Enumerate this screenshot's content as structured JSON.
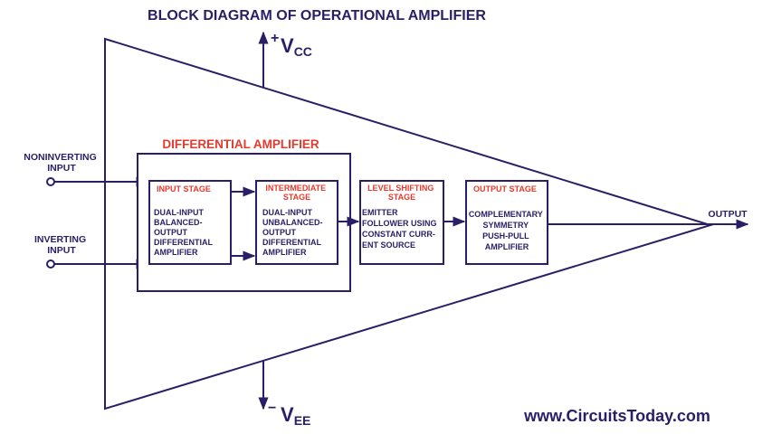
{
  "title": "BLOCK DIAGRAM OF OPERATIONAL AMPLIFIER",
  "supply": {
    "positive": {
      "sign": "+",
      "main": "V",
      "sub": "CC"
    },
    "negative": {
      "sign": "−",
      "main": "V",
      "sub": "EE"
    }
  },
  "inputs": {
    "noninverting": [
      "NONINVERTING",
      "INPUT"
    ],
    "inverting": [
      "INVERTING",
      "INPUT"
    ]
  },
  "output_label": "OUTPUT",
  "differential_amplifier_label": "DIFFERENTIAL AMPLIFIER",
  "blocks": {
    "input_stage": {
      "title": [
        "INPUT STAGE"
      ],
      "body": [
        "DUAL-INPUT",
        "BALANCED-",
        "OUTPUT",
        "DIFFERENTIAL",
        "AMPLIFIER"
      ]
    },
    "intermediate_stage": {
      "title": [
        "INTERMEDIATE",
        "STAGE"
      ],
      "body": [
        "DUAL-INPUT",
        "UNBALANCED-",
        "OUTPUT",
        "DIFFERENTIAL",
        "AMPLIFIER"
      ]
    },
    "level_shifting_stage": {
      "title": [
        "LEVEL SHIFTING",
        "STAGE"
      ],
      "body": [
        "EMITTER",
        "FOLLOWER USING",
        "CONSTANT CURR-",
        "ENT SOURCE"
      ]
    },
    "output_stage": {
      "title": [
        "OUTPUT STAGE"
      ],
      "body": [
        "COMPLEMENTARY",
        "SYMMETRY",
        "PUSH-PULL",
        "AMPLIFIER"
      ]
    }
  },
  "watermark": "www.CircuitsToday.com",
  "colors": {
    "line": "#2a1f66",
    "label_red": "#e53a2c",
    "background": "#ffffff"
  }
}
